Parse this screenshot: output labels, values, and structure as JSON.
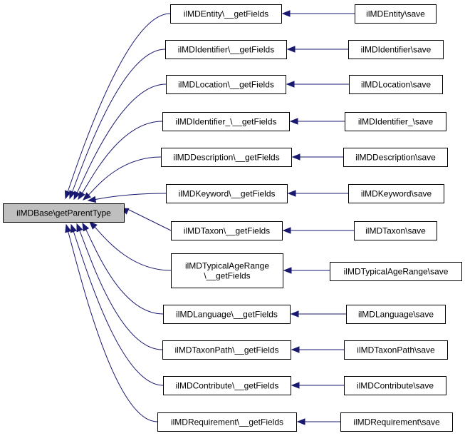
{
  "graph": {
    "root": {
      "label": "ilMDBase\\getParentType"
    },
    "callers": [
      {
        "label": "ilMDEntity\\__getFields",
        "save": "ilMDEntity\\save"
      },
      {
        "label": "ilMDIdentifier\\__getFields",
        "save": "ilMDIdentifier\\save"
      },
      {
        "label": "ilMDLocation\\__getFields",
        "save": "ilMDLocation\\save"
      },
      {
        "label": "ilMDIdentifier_\\__getFields",
        "save": "ilMDIdentifier_\\save"
      },
      {
        "label": "ilMDDescription\\__getFields",
        "save": "ilMDDescription\\save"
      },
      {
        "label": "ilMDKeyword\\__getFields",
        "save": "ilMDKeyword\\save"
      },
      {
        "label": "ilMDTaxon\\__getFields",
        "save": "ilMDTaxon\\save"
      },
      {
        "label": "ilMDTypicalAgeRange\n\\__getFields",
        "save": "ilMDTypicalAgeRange\\save"
      },
      {
        "label": "ilMDLanguage\\__getFields",
        "save": "ilMDLanguage\\save"
      },
      {
        "label": "ilMDTaxonPath\\__getFields",
        "save": "ilMDTaxonPath\\save"
      },
      {
        "label": "ilMDContribute\\__getFields",
        "save": "ilMDContribute\\save"
      },
      {
        "label": "ilMDRequirement\\__getFields",
        "save": "ilMDRequirement\\save"
      }
    ],
    "colors": {
      "edge": "#191970",
      "root_fill": "#bfbfbf",
      "node_fill": "#ffffff",
      "border": "#000000"
    }
  }
}
